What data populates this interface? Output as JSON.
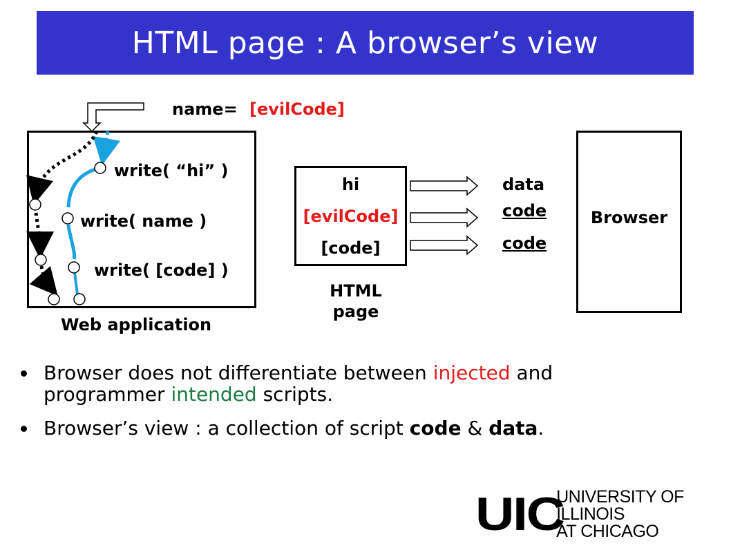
{
  "title": "HTML page : A browser’s view",
  "input": {
    "label": "name=",
    "value": "[evilCode]"
  },
  "web_app": {
    "caption": "Web application",
    "statements": [
      "write( “hi” )",
      "write( name )",
      "write( [code] )"
    ]
  },
  "html_page": {
    "caption_line1": "HTML",
    "caption_line2": "page",
    "lines": [
      "hi",
      "[evilCode]",
      "[code]"
    ]
  },
  "outputs": [
    "data",
    "code",
    "code"
  ],
  "browser_label": "Browser",
  "bullets": {
    "b1_p1": "Browser does not differentiate between ",
    "b1_injected": "injected",
    "b1_p2": " and",
    "b1_p3": "programmer ",
    "b1_intended": "intended",
    "b1_p4": " scripts.",
    "b2_p1": "Browser’s view : a collection of script ",
    "b2_code": "code",
    "b2_p2": " & ",
    "b2_data": "data",
    "b2_p3": "."
  },
  "logo": {
    "mark": "UIC",
    "line1": "UNIVERSITY OF ILLINOIS",
    "line2": "AT CHICAGO"
  },
  "colors": {
    "title_bg": "#3434cc",
    "injected_red": "#e31b1b",
    "intended_green": "#1b7a45",
    "flow_blue": "#1aa3e0"
  }
}
